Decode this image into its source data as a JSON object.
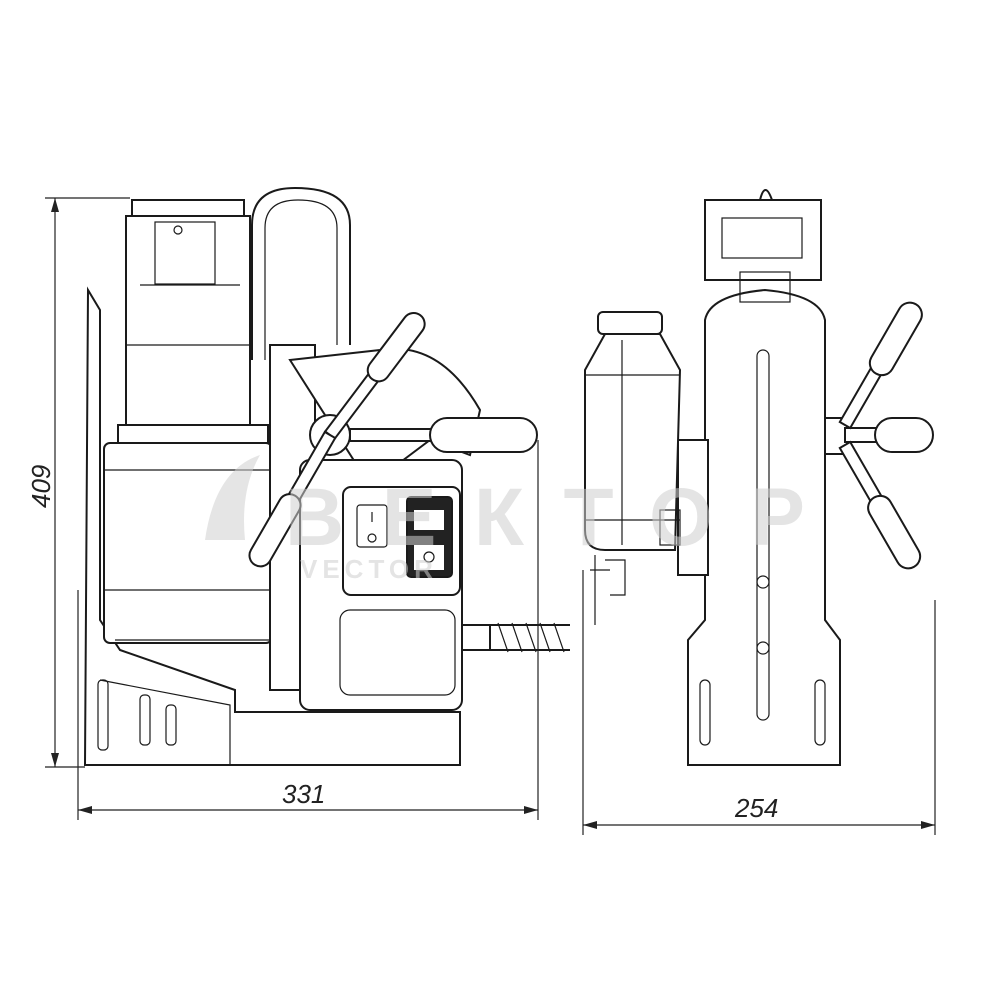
{
  "dimensions": {
    "height": "409",
    "side_width": "331",
    "front_width": "254"
  },
  "watermark": {
    "main": "ВЕКТОР",
    "sub": "VECTOR"
  }
}
